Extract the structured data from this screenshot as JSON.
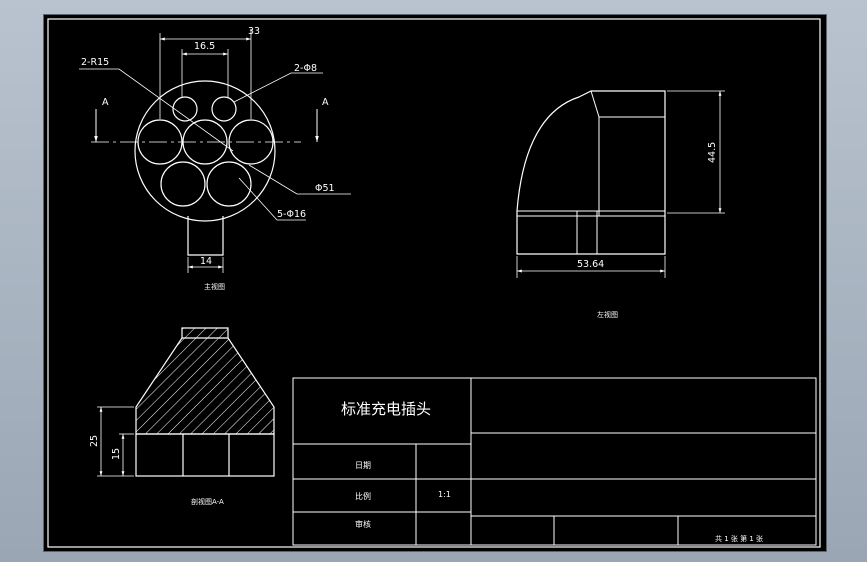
{
  "drawing": {
    "title": "标准充电插头",
    "front_view_label": "主视图",
    "left_view_label": "左视图",
    "section_view_label": "剖视图A-A",
    "section_marker": "A"
  },
  "dimensions": {
    "outer_width": "33",
    "inner_spacing": "16.5",
    "corner_radius": "2-R15",
    "small_holes": "2-Φ8",
    "outer_diameter": "Φ51",
    "pin_holes": "5-Φ16",
    "stem_width": "14",
    "side_height": "44.5",
    "side_width": "53.64",
    "section_total_height": "25",
    "section_lower_height": "15"
  },
  "title_block": {
    "row_date": "日期",
    "row_scale": "比例",
    "scale_value": "1:1",
    "row_review": "审核",
    "sheet_info": "共 1 张  第 1 张"
  }
}
